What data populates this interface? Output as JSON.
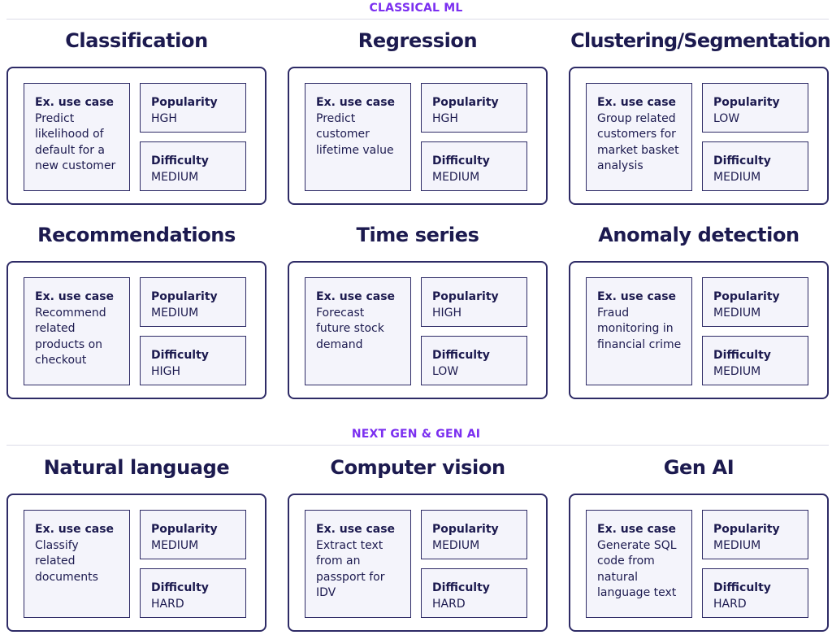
{
  "sections": [
    {
      "label": "CLASSICAL ML"
    },
    {
      "label": "NEXT GEN & GEN AI"
    }
  ],
  "labels": {
    "use_case": "Ex. use case",
    "popularity": "Popularity",
    "difficulty": "Difficulty"
  },
  "cards": [
    {
      "title": "Classification",
      "use_case": "Predict likelihood of default for a new customer",
      "popularity": "HGH",
      "difficulty": "MEDIUM"
    },
    {
      "title": "Regression",
      "use_case": "Predict customer lifetime value",
      "popularity": "HGH",
      "difficulty": "MEDIUM"
    },
    {
      "title": "Clustering/Segmentation",
      "use_case": "Group related customers for market basket analysis",
      "popularity": "LOW",
      "difficulty": "MEDIUM"
    },
    {
      "title": "Recommendations",
      "use_case": "Recommend related products on checkout",
      "popularity": "MEDIUM",
      "difficulty": "HIGH"
    },
    {
      "title": "Time series",
      "use_case": "Forecast future stock demand",
      "popularity": "HIGH",
      "difficulty": "LOW"
    },
    {
      "title": "Anomaly detection",
      "use_case": "Fraud monitoring in financial crime",
      "popularity": "MEDIUM",
      "difficulty": "MEDIUM"
    },
    {
      "title": "Natural language",
      "use_case": "Classify related documents",
      "popularity": "MEDIUM",
      "difficulty": "HARD"
    },
    {
      "title": "Computer vision",
      "use_case": "Extract text from an passport for IDV",
      "popularity": "MEDIUM",
      "difficulty": "HARD"
    },
    {
      "title": "Gen AI",
      "use_case": "Generate SQL code from natural language text",
      "popularity": "MEDIUM",
      "difficulty": "HARD"
    }
  ]
}
